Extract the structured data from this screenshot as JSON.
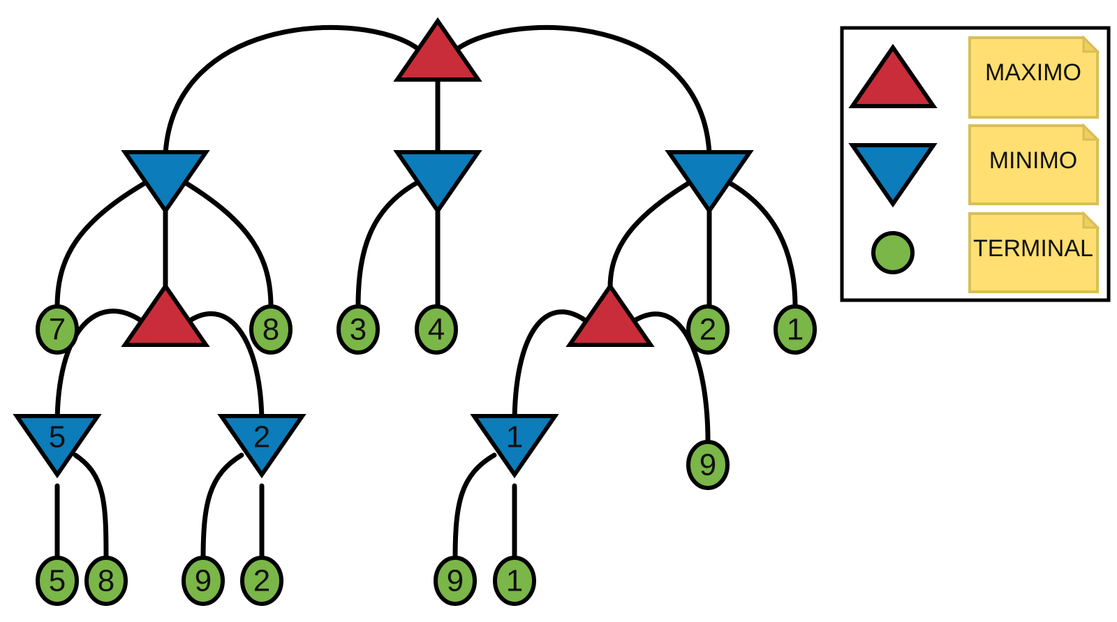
{
  "colors": {
    "max": "#c92d39",
    "min": "#0c7cba",
    "terminal": "#7ab648",
    "note": "#ffdf71",
    "stroke": "#000000"
  },
  "legend": {
    "items": [
      {
        "shape": "max",
        "label": "MAXIMO"
      },
      {
        "shape": "min",
        "label": "MINIMO"
      },
      {
        "shape": "terminal",
        "label": "TERMINAL"
      }
    ]
  },
  "tree": {
    "nodes": [
      {
        "id": "root",
        "type": "max",
        "value": ""
      },
      {
        "id": "a",
        "type": "min",
        "value": ""
      },
      {
        "id": "b",
        "type": "min",
        "value": ""
      },
      {
        "id": "c",
        "type": "min",
        "value": ""
      },
      {
        "id": "a1",
        "type": "terminal",
        "value": "7"
      },
      {
        "id": "a2",
        "type": "max",
        "value": ""
      },
      {
        "id": "a3",
        "type": "terminal",
        "value": "8"
      },
      {
        "id": "b1",
        "type": "terminal",
        "value": "3"
      },
      {
        "id": "b2",
        "type": "terminal",
        "value": "4"
      },
      {
        "id": "c1",
        "type": "max",
        "value": ""
      },
      {
        "id": "c2",
        "type": "terminal",
        "value": "2"
      },
      {
        "id": "c3",
        "type": "terminal",
        "value": "1"
      },
      {
        "id": "a2a",
        "type": "min",
        "value": "5"
      },
      {
        "id": "a2b",
        "type": "min",
        "value": "2"
      },
      {
        "id": "c1a",
        "type": "min",
        "value": "1"
      },
      {
        "id": "c1b",
        "type": "terminal",
        "value": "9"
      },
      {
        "id": "a2a1",
        "type": "terminal",
        "value": "5"
      },
      {
        "id": "a2a2",
        "type": "terminal",
        "value": "8"
      },
      {
        "id": "a2b1",
        "type": "terminal",
        "value": "9"
      },
      {
        "id": "a2b2",
        "type": "terminal",
        "value": "2"
      },
      {
        "id": "c1a1",
        "type": "terminal",
        "value": "9"
      },
      {
        "id": "c1a2",
        "type": "terminal",
        "value": "1"
      }
    ],
    "edges": [
      [
        "root",
        "a"
      ],
      [
        "root",
        "b"
      ],
      [
        "root",
        "c"
      ],
      [
        "a",
        "a1"
      ],
      [
        "a",
        "a2"
      ],
      [
        "a",
        "a3"
      ],
      [
        "b",
        "b1"
      ],
      [
        "b",
        "b2"
      ],
      [
        "c",
        "c1"
      ],
      [
        "c",
        "c2"
      ],
      [
        "c",
        "c3"
      ],
      [
        "a2",
        "a2a"
      ],
      [
        "a2",
        "a2b"
      ],
      [
        "c1",
        "c1a"
      ],
      [
        "c1",
        "c1b"
      ],
      [
        "a2a",
        "a2a1"
      ],
      [
        "a2a",
        "a2a2"
      ],
      [
        "a2b",
        "a2b1"
      ],
      [
        "a2b",
        "a2b2"
      ],
      [
        "c1a",
        "c1a1"
      ],
      [
        "c1a",
        "c1a2"
      ]
    ]
  }
}
